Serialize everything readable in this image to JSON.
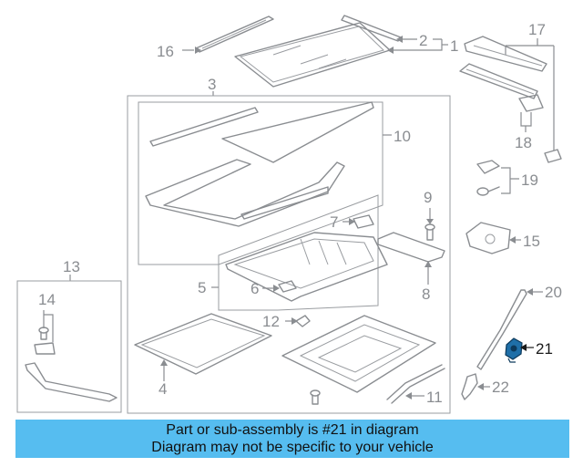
{
  "callouts": {
    "c1": "1",
    "c2": "2",
    "c3": "3",
    "c4": "4",
    "c5": "5",
    "c6": "6",
    "c7": "7",
    "c8": "8",
    "c9": "9",
    "c10": "10",
    "c11": "11",
    "c12": "12",
    "c13": "13",
    "c14": "14",
    "c15": "15",
    "c16": "16",
    "c17": "17",
    "c18": "18",
    "c19": "19",
    "c20": "20",
    "c21": "21",
    "c22": "22"
  },
  "highlight_color": "#1f6fa8",
  "banner": {
    "line1": "Part or sub-assembly is #21 in diagram",
    "line2": "Diagram may not be specific to your vehicle",
    "color": "#56bdf0"
  }
}
